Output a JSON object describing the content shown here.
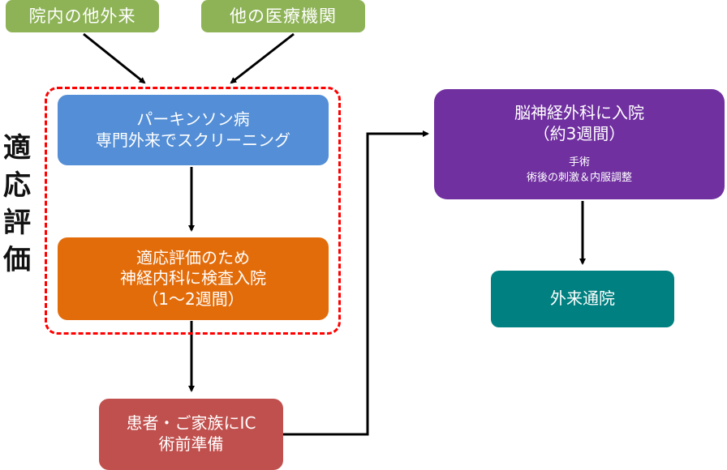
{
  "sources": [
    {
      "id": "internal",
      "label": "院内の他外来"
    },
    {
      "id": "external",
      "label": "他の医療機関"
    }
  ],
  "evaluation_group": {
    "label_chars": [
      "適",
      "応",
      "評",
      "価"
    ],
    "frame_color": "#ff0000"
  },
  "steps": {
    "screening": {
      "lines": [
        "パーキンソン病",
        "専門外来でスクリーニング"
      ],
      "color": "#538ed6"
    },
    "neuro_exam": {
      "lines": [
        "適応評価のため",
        "神経内科に検査入院",
        "（1〜2週間）"
      ],
      "color": "#e36c0a"
    },
    "ic": {
      "lines": [
        "患者・ご家族にIC",
        "術前準備"
      ],
      "color": "#c0504d"
    },
    "neurosurgery": {
      "lines": [
        "脳神経外科に入院",
        "（約3週間）"
      ],
      "sub_lines": [
        "手術",
        "術後の刺激＆内服調整"
      ],
      "color": "#7030a0"
    },
    "outpatient": {
      "lines": [
        "外来通院"
      ],
      "color": "#008080"
    }
  },
  "colors": {
    "source_box": "#8eb356",
    "arrow": "#000000"
  }
}
